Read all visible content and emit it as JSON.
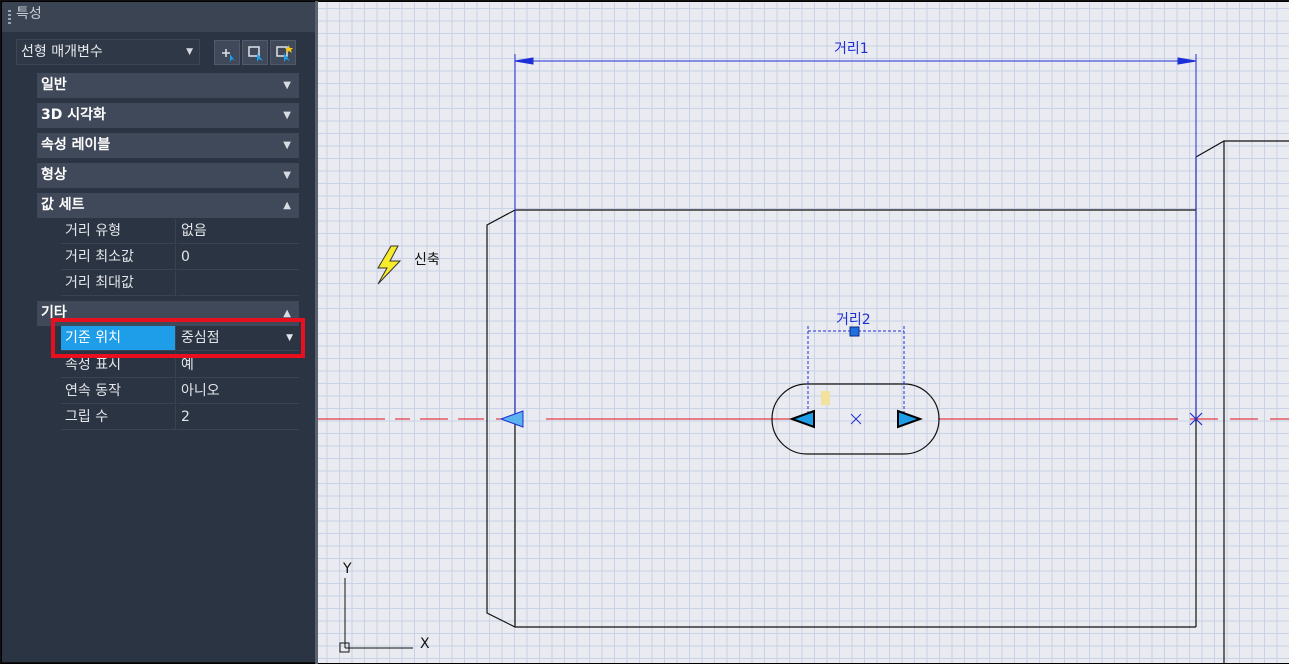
{
  "palette": {
    "title": "특성",
    "selector_value": "선형 매개변수",
    "sections": [
      {
        "label": "일반",
        "expanded": false
      },
      {
        "label": "3D 시각화",
        "expanded": false
      },
      {
        "label": "속성 레이블",
        "expanded": false
      },
      {
        "label": "형상",
        "expanded": false
      },
      {
        "label": "값 세트",
        "expanded": true
      },
      {
        "label": "기타",
        "expanded": true
      }
    ],
    "value_set_rows": [
      {
        "key": "거리 유형",
        "value": "없음"
      },
      {
        "key": "거리 최소값",
        "value": "0"
      },
      {
        "key": "거리 최대값",
        "value": ""
      }
    ],
    "misc_rows": [
      {
        "key": "기준 위치",
        "value": "중심점"
      },
      {
        "key": "속성 표시",
        "value": "예"
      },
      {
        "key": "연속 동작",
        "value": "아니오"
      },
      {
        "key": "그립 수",
        "value": "2"
      }
    ],
    "tool_icons": [
      "quick-select-icon",
      "select-objects-icon",
      "toggle-pickadd-icon"
    ]
  },
  "drawing": {
    "dimension1_label": "거리1",
    "dimension2_label": "거리2",
    "action_label": "신축",
    "ucs_x_label": "X",
    "ucs_y_label": "Y",
    "colors": {
      "dimension": "#1f2fd6",
      "centerline": "#e8101e",
      "highlight": "#e8101e",
      "selection": "#1e9de8",
      "grid": "#c9d2e6"
    }
  }
}
